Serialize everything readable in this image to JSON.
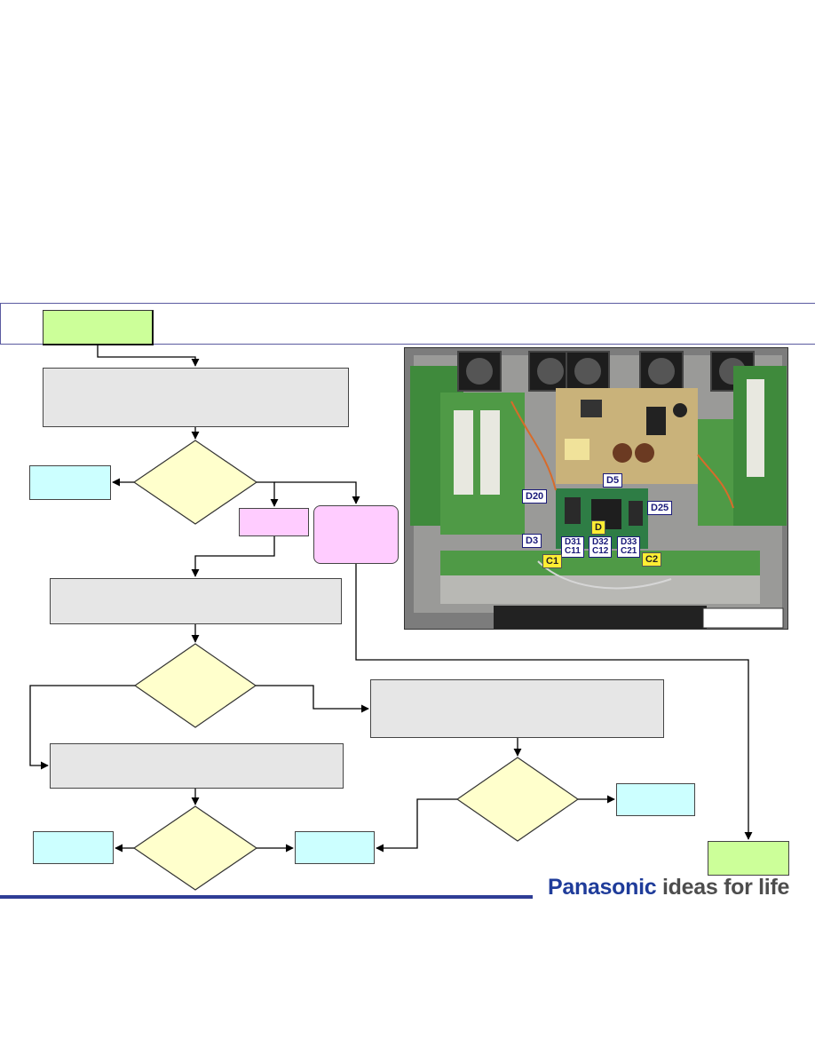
{
  "photo_labels": {
    "d5": "D5",
    "d20": "D20",
    "d25": "D25",
    "d": "D",
    "d3": "D3",
    "d31_c11": "D31\nC11",
    "d32_c12": "D32\nC12",
    "d33_c21": "D33\nC21",
    "c1": "C1",
    "c2": "C2"
  },
  "brand": {
    "name": "Panasonic",
    "tagline": "ideas for life"
  },
  "colors": {
    "process": "#e6e6e6",
    "decision": "#ffffcc",
    "result": "#ccffff",
    "start_end": "#ccff99",
    "branch": "#ffccff",
    "brand_blue": "#1f3c9a"
  }
}
